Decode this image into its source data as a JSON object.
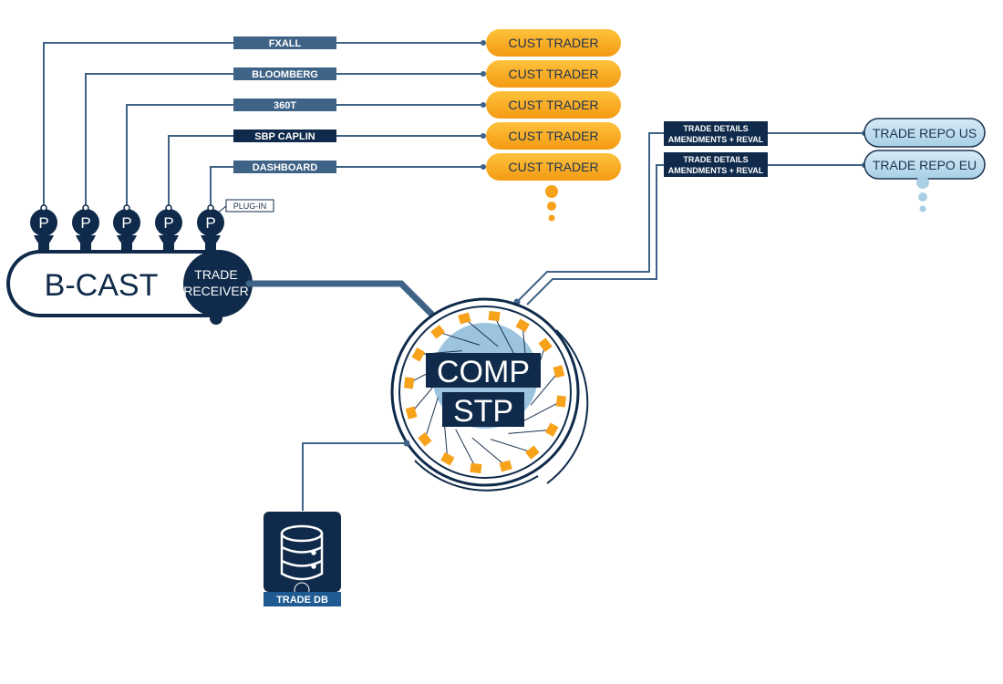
{
  "colors": {
    "navy": "#0f2a4a",
    "slate": "#3f6386",
    "orange": "#f7a21b",
    "light_blue": "#bcd9ea",
    "circle_blue": "#9cc4df"
  },
  "venues": [
    {
      "label": "FXALL",
      "trader": "CUST TRADER"
    },
    {
      "label": "BLOOMBERG",
      "trader": "CUST TRADER"
    },
    {
      "label": "360T",
      "trader": "CUST TRADER"
    },
    {
      "label": "SBP CAPLIN",
      "trader": "CUST TRADER"
    },
    {
      "label": "DASHBOARD",
      "trader": "CUST TRADER"
    }
  ],
  "plugins": {
    "symbol": "P",
    "callout": "PLUG-IN"
  },
  "bcast": {
    "title": "B-CAST",
    "receiver_line1": "TRADE",
    "receiver_line2": "RECEIVER"
  },
  "engine": {
    "line1": "COMP",
    "line2": "STP"
  },
  "repos": [
    {
      "detail_line1": "TRADE DETAILS",
      "detail_line2": "AMENDMENTS + REVAL",
      "label": "TRADE REPO US"
    },
    {
      "detail_line1": "TRADE DETAILS",
      "detail_line2": "AMENDMENTS + REVAL",
      "label": "TRADE REPO EU"
    }
  ],
  "database": {
    "icon": "database-icon",
    "label": "TRADE DB"
  }
}
